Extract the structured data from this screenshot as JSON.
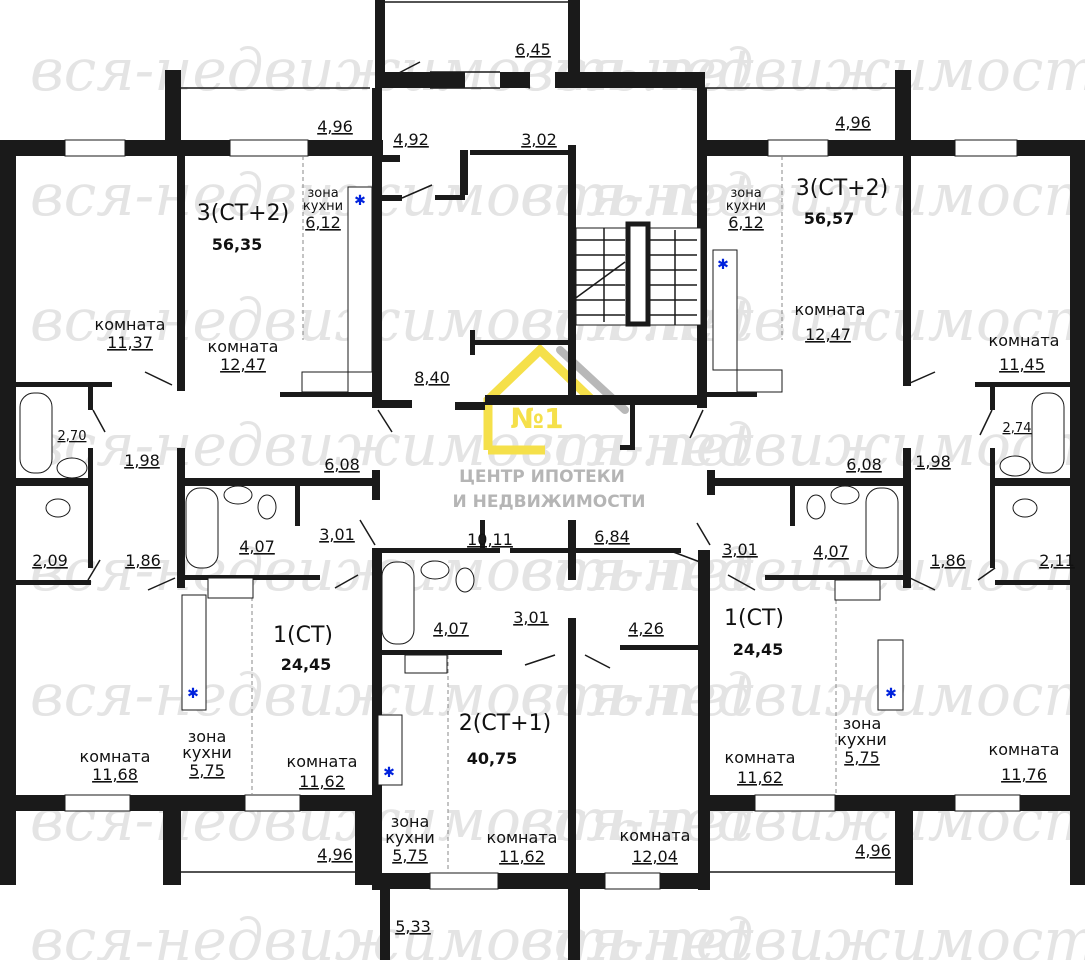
{
  "watermark": "вся-недвижимость.net",
  "logo": {
    "number": "№1",
    "line1": "ЦЕНТР ИПОТЕКИ",
    "line2": "И НЕДВИЖИМОСТИ",
    "color": "#f5e04a"
  },
  "apartments": [
    {
      "type": "3(СТ+2)",
      "area": "56,35"
    },
    {
      "type": "3(СТ+2)",
      "area": "56,57"
    },
    {
      "type": "1(СТ)",
      "area": "24,45"
    },
    {
      "type": "1(СТ)",
      "area": "24,45"
    },
    {
      "type": "2(СТ+1)",
      "area": "40,75"
    }
  ],
  "room_word": "комната",
  "kitchen_words": [
    "зона",
    "кухни"
  ],
  "rooms": {
    "r1": "11,37",
    "r2": "12,47",
    "r3": "12,47",
    "r4": "11,45",
    "r5": "11,68",
    "r6": "11,62",
    "r7": "11,62",
    "r8": "11,76",
    "r9": "11,62",
    "r10": "12,04"
  },
  "kitchens": {
    "k1": "6,12",
    "k2": "6,12",
    "k3": "5,75",
    "k4": "5,75",
    "k5": "5,75"
  },
  "areas": {
    "balcony_top": "6,45",
    "balcony_tl": "4,96",
    "balcony_tr": "4,96",
    "balcony_bl": "4,96",
    "balcony_br": "4,96",
    "balcony_bottom": "5,33",
    "a492": "4,92",
    "a302": "3,02",
    "a840": "8,40",
    "bath_l": "2,70",
    "bath_r": "2,74",
    "hall_l": "1,98",
    "hall_r": "1,98",
    "corr_l": "6,08",
    "corr_r": "6,08",
    "bath1_l": "4,07",
    "hall1_l": "3,01",
    "lobby": "10,11",
    "lobby2": "6,84",
    "hall1_r": "3,01",
    "bath1_r": "4,07",
    "wc_l": "2,09",
    "hall2_l": "1,86",
    "hall2_r": "1,86",
    "wc_r": "2,11",
    "bath2": "4,07",
    "hall2": "3,01",
    "a426": "4,26"
  }
}
